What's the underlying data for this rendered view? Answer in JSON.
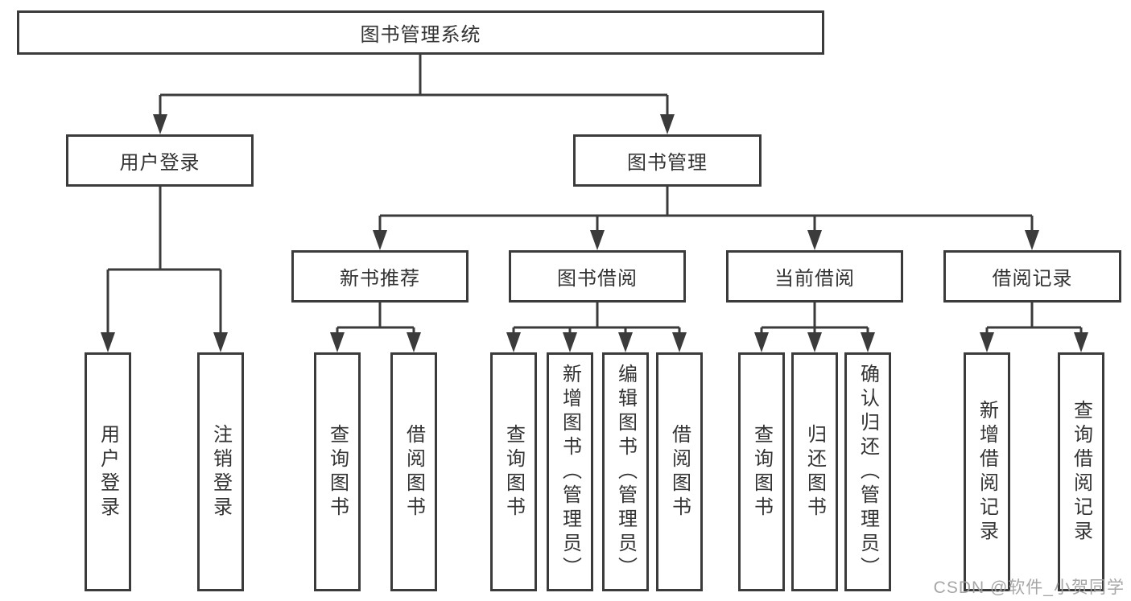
{
  "tree": {
    "root": {
      "label": "图书管理系统"
    },
    "branches": [
      {
        "label": "用户登录",
        "children": [
          {
            "label": "用户登录"
          },
          {
            "label": "注销登录"
          }
        ]
      },
      {
        "label": "图书管理",
        "children": [
          {
            "label": "新书推荐",
            "children": [
              {
                "label": "查询图书"
              },
              {
                "label": "借阅图书"
              }
            ]
          },
          {
            "label": "图书借阅",
            "children": [
              {
                "label": "查询图书"
              },
              {
                "label": "新增图书（管理员）"
              },
              {
                "label": "编辑图书（管理员）"
              },
              {
                "label": "借阅图书"
              }
            ]
          },
          {
            "label": "当前借阅",
            "children": [
              {
                "label": "查询图书"
              },
              {
                "label": "归还图书"
              },
              {
                "label": "确认归还（管理员）"
              }
            ]
          },
          {
            "label": "借阅记录",
            "children": [
              {
                "label": "新增借阅记录"
              },
              {
                "label": "查询借阅记录"
              }
            ]
          }
        ]
      }
    ]
  },
  "watermark": {
    "text": "CSDN @软件_小贺同学"
  },
  "colors": {
    "line": "#3b3b3b",
    "box_border": "#3b3b3b",
    "text": "#333333",
    "background": "#ffffff",
    "watermark": "#9e9e9e"
  }
}
